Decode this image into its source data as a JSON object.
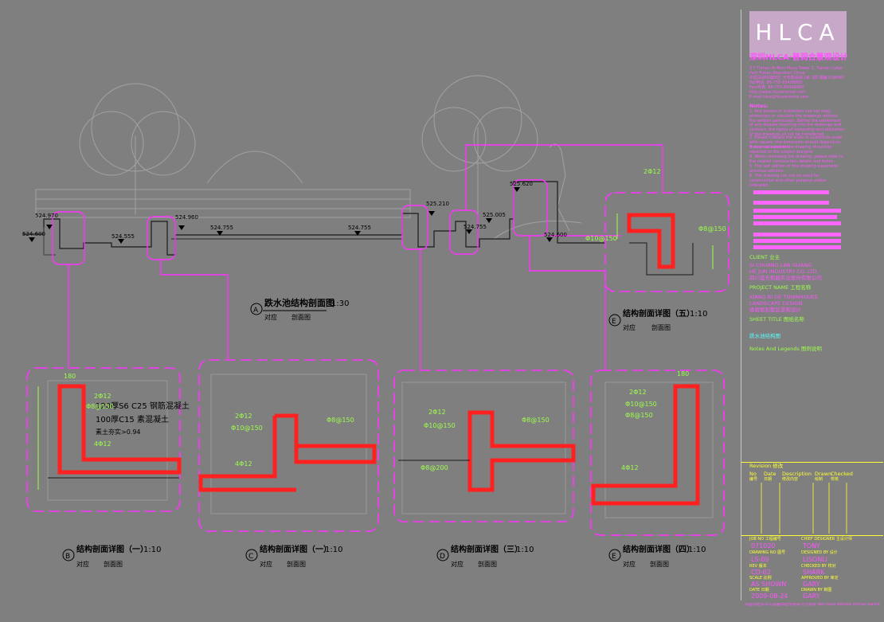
{
  "firm": {
    "logo_text": "HLCA",
    "name_cn": "深圳HLCA·普润合景观设计",
    "address_lines": [
      "3 F Tianan Hi-Tech Plaza Tower 1, Tianan Cyber",
      "Park Futian Shenzhen China",
      "中国深圳市福田区 天安数码城 1栋 3层 邮编 518040",
      "Tel/电话: 86-755-83408800",
      "Fax/传真: 86-755-83408860",
      "http://www.hlcaoriental.com",
      "E-mail:hlca@hlcaoriental.com"
    ]
  },
  "notes": {
    "title": "Notes:",
    "items": [
      "1. Any person or institution can not copy, photocopy or circulate the drawings without the written permission. Before the settlement of any dispute touching into the drawings and contract, the rights of ownership and utilization of the drawings all not be transferred.",
      "2. Please indicate the scale or substitute scale with square, the dimension should depend on the actual condition.",
      "3. Any omission of the drawing should be reported to the project designer.",
      "4. When reviewing the drawing, please refer to the related construction details and forms.",
      "5. The last edition of this drawing supersede previous editions.",
      "6. The drawing can not be used for construction and other purpose unless indicated."
    ]
  },
  "client": {
    "label": "CLIENT 业主",
    "name_en_1": "SI CHUANG LAN GUANG",
    "name_en_2": "HE JUN INDUSTRY CO. LTD.",
    "name_cn": "四川蓝光和骏实业股份有限公司"
  },
  "project": {
    "label": "PROJECT NAME 工程名称",
    "name_en_1": "XIANG BI GE TOWNHOUES",
    "name_en_2": "LANDSCAPE DESIGN",
    "name_cn": "香碧歌别墅区景观设计"
  },
  "sheet": {
    "label": "SHEET TITLE 图纸名称",
    "title_cn": "跌水池结构图",
    "legend_label": "Notes And Legends 图例说明"
  },
  "revision": {
    "label": "Revision 修改",
    "headers": [
      "No",
      "Date",
      "Description",
      "Drawn",
      "Checked"
    ],
    "headers_cn": [
      "编号",
      "日期",
      "修改内容",
      "绘制",
      "校核"
    ]
  },
  "info": [
    {
      "label": "JOB NO 工程编号",
      "value": "071020",
      "label2": "CHIEF DESIGNER 主设计师",
      "value2": "TONY"
    },
    {
      "label": "DRAWING NO 图号",
      "value": "LS-09",
      "label2": "DESIGNED BY 设计",
      "value2": "LISONLI"
    },
    {
      "label": "REV 版本",
      "value": "CD-02",
      "label2": "CHECKED BY 校对",
      "value2": "SHARK"
    },
    {
      "label": "SCALE 比例",
      "value": "AS SHOWN",
      "label2": "APPROVED BY 审定",
      "value2": "GARY"
    },
    {
      "label": "DATE 日期",
      "value": "2009-08-24",
      "label2": "DRAWN BY 制图",
      "value2": "GARY"
    }
  ],
  "footer_note": "本图须经本公司加盖出图专用章方为有效 Not valid without official stamp",
  "drawing": {
    "main_section": {
      "letter": "A",
      "title": "跌水池结构剖面图",
      "scale": "1:30",
      "ref_prefix": "对应",
      "ref_suffix": "剖面图",
      "elevations": [
        "524.600",
        "524.970",
        "524.555",
        "524.960",
        "524.755",
        "524.755",
        "525.210",
        "524.755",
        "525.005",
        "525.620",
        "524.600"
      ]
    },
    "details": [
      {
        "letter": "B",
        "title": "结构剖面详图（一）",
        "scale": "1:10",
        "ref_prefix": "对应",
        "ref_suffix": "剖面图"
      },
      {
        "letter": "C",
        "title": "结构剖面详图（一）",
        "scale": "1:10",
        "ref_prefix": "对应",
        "ref_suffix": "剖面图"
      },
      {
        "letter": "D",
        "title": "结构剖面详图（三）",
        "scale": "1:10",
        "ref_prefix": "对应",
        "ref_suffix": "剖面图"
      },
      {
        "letter": "E",
        "title": "结构剖面详图（四）",
        "scale": "1:10",
        "ref_prefix": "对应",
        "ref_suffix": "剖面图"
      },
      {
        "letter": "E",
        "title": "结构剖面详图（五）",
        "scale": "1:10",
        "ref_prefix": "对应",
        "ref_suffix": "剖面图"
      }
    ],
    "material_notes": [
      "120厚S6 C25 钢筋混凝土",
      "100厚C15 素混凝土",
      "素土夯实>0.94"
    ],
    "rebar_labels": [
      "2Φ12",
      "Φ8@150",
      "4Φ12",
      "Φ10@150",
      "Φ8@200",
      "180"
    ]
  },
  "colors": {
    "background": "#7f7f7f",
    "magenta": "#ff33ff",
    "rebar_red": "#ff2020",
    "label_green": "#9cff4a",
    "line_dark": "#1a1a1a",
    "ghost_gray": "#9a9a9a"
  }
}
